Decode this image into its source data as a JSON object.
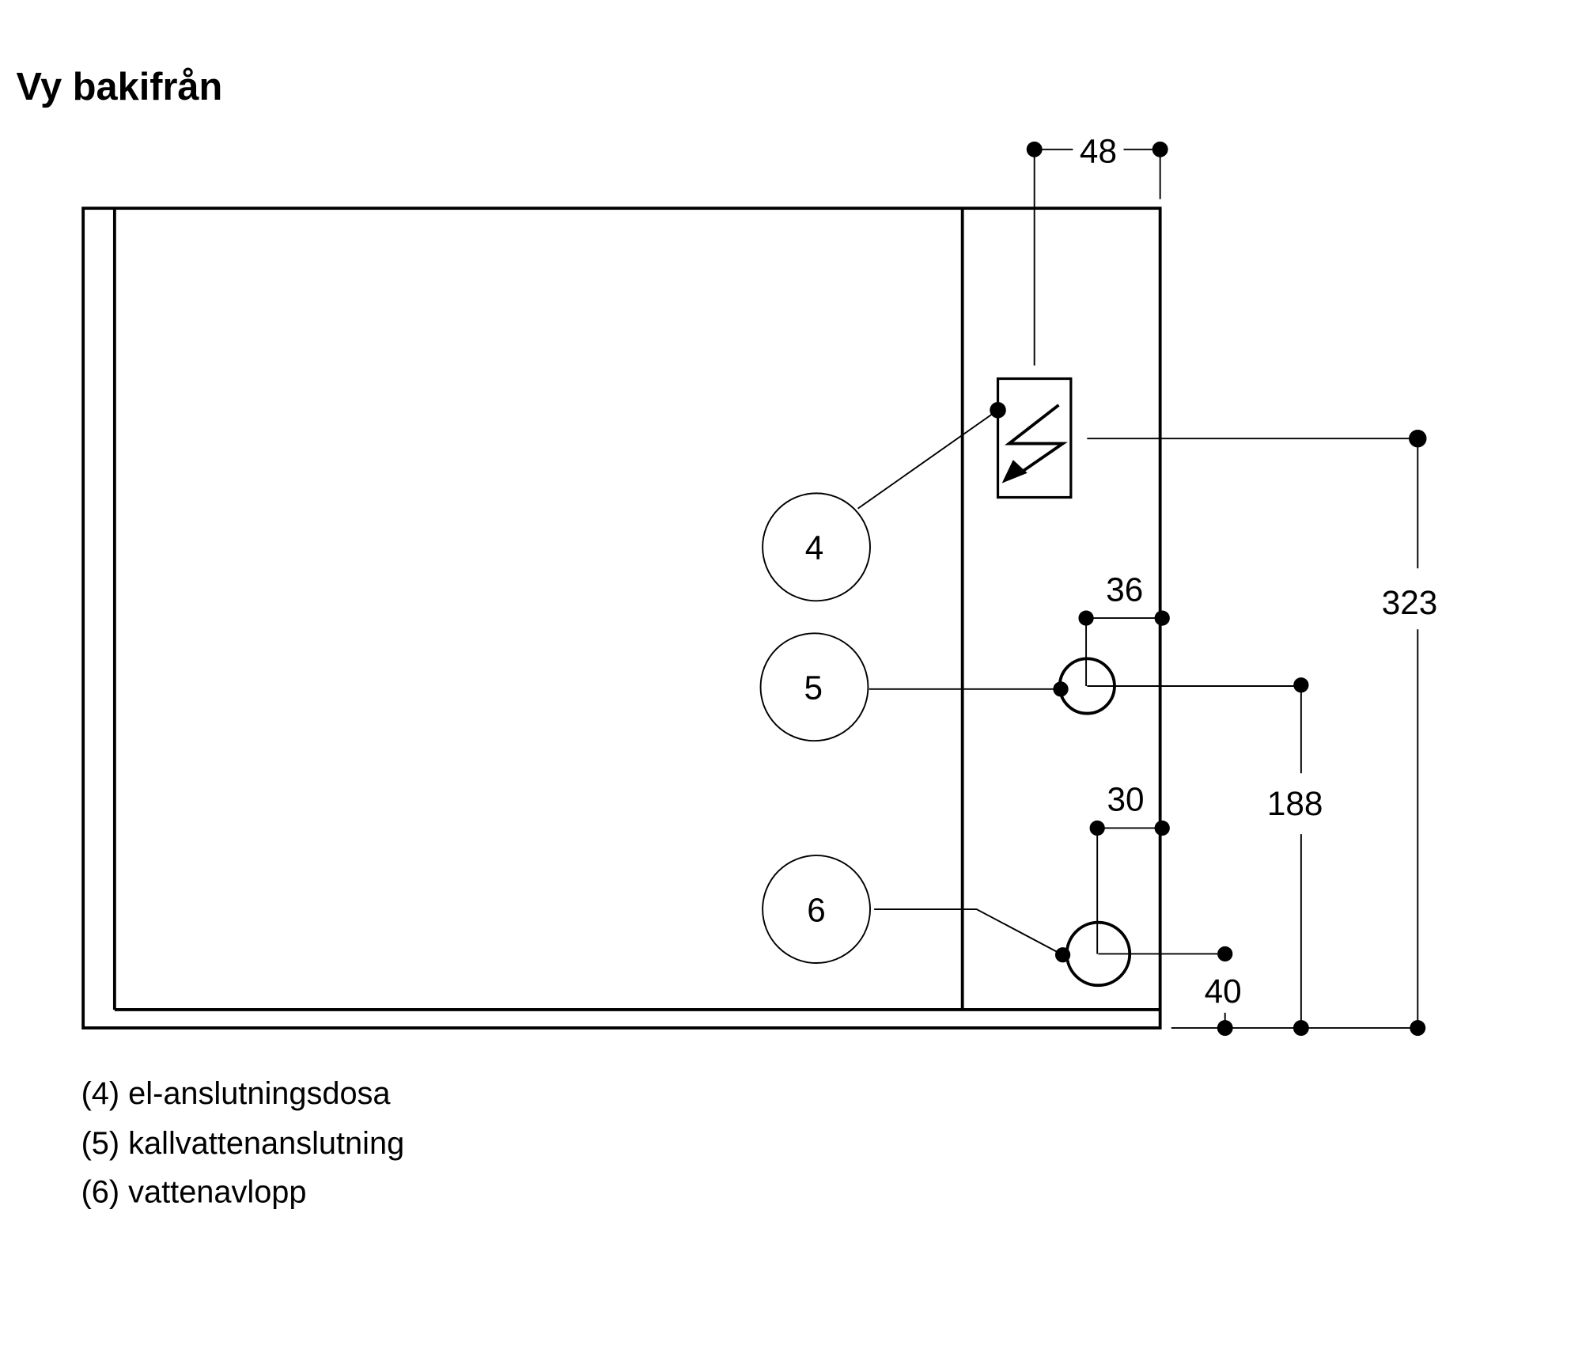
{
  "title": "Vy bakifrån",
  "callouts": [
    "4",
    "5",
    "6"
  ],
  "dimensions": {
    "top_width": "48",
    "inlet_offset": "36",
    "drain_offset": "30",
    "drain_height": "40",
    "inlet_height": "188",
    "box_height": "323"
  },
  "legend": [
    "(4) el-anslutningsdosa",
    "(5) kallvattenanslutning",
    "(6) vattenavlopp"
  ],
  "colors": {
    "ink": "#000000",
    "background": "#ffffff"
  }
}
